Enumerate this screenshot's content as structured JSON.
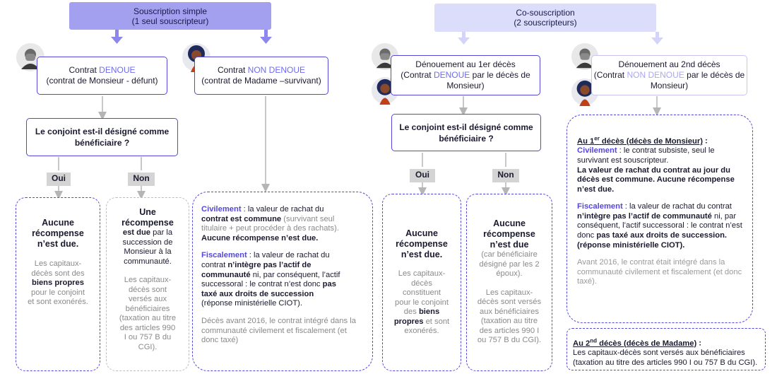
{
  "left": {
    "header": {
      "line1": "Souscription simple",
      "line2": "(1 seul souscripteur)"
    },
    "contract_denoue": {
      "pre": "Contrat ",
      "hl": "DENOUE",
      "sub": "(contrat de Monsieur - défunt)"
    },
    "contract_non_denoue": {
      "pre": "Contrat ",
      "hl": "NON DENOUE",
      "sub": "(contrat de Madame –survivant)"
    },
    "question": {
      "line1": "Le conjoint est-il désigné comme",
      "line2": "bénéficiaire ?"
    },
    "oui": "Oui",
    "non": "Non",
    "box_oui": {
      "l1": "Aucune",
      "l2": "récompense",
      "l3": "n’est due.",
      "g1": "Les capitaux-",
      "g2": "décès sont des",
      "g3b": "biens propres",
      "g4": "pour le conjoint",
      "g5": "et sont exonérés."
    },
    "box_non": {
      "l1": "Une",
      "l2": "récompense",
      "l3": "est due",
      "l3b": " par la",
      "l4": "succession de",
      "l5": "Monsieur à la",
      "l6": "communauté.",
      "g1": "Les capitaux-",
      "g2": "décès sont",
      "g3": "versés aux",
      "g4": "bénéficiaires",
      "g5": "(taxation au titre",
      "g6": "des articles 990",
      "g7": "I ou 757 B du",
      "g8": "CGI)."
    },
    "box_right": {
      "civ_label": "Civilement",
      "civ_t1": " : la valeur de rachat du",
      "civ_t2": "contrat est commune",
      "civ_g1": " (survivant seul",
      "civ_g2": "titulaire + peut procéder à des rachats).",
      "civ_t3": "Aucune récompense n’est due.",
      "fis_label": "Fiscalement",
      "fis_t1": " : la valeur de rachat du",
      "fis_t2": "contrat ",
      "fis_t2b": "n’intègre pas l’actif de",
      "fis_t3b": "communauté",
      "fis_t3": " ni, par conséquent, l’actif",
      "fis_t4": "successoral : le contrat n’est donc ",
      "fis_t4b": "pas",
      "fis_t5b": "taxé aux droits de succession",
      "fis_t6": "(réponse ministérielle CIOT).",
      "g1": "Décès avant 2016, le contrat intégré dans la",
      "g2": "communauté civilement et fiscalement (et",
      "g3": "donc taxé)"
    }
  },
  "right": {
    "header": {
      "line1": "Co-souscription",
      "line2": "(2 souscripteurs)"
    },
    "first": {
      "l1": "Dénouement au 1er décès",
      "l2a": "(Contrat ",
      "hl": "DENOUE",
      "l2b": " par le décès de",
      "l3": "Monsieur)"
    },
    "second": {
      "l1": "Dénouement au 2nd décès",
      "l2a": "(Contrat ",
      "hl": "NON DENOUE",
      "l2b": " par le décès de",
      "l3": "Monsieur)"
    },
    "question": {
      "line1": "Le conjoint est-il désigné comme",
      "line2": "bénéficiaire ?"
    },
    "oui": "Oui",
    "non": "Non",
    "box_oui": {
      "l1": "Aucune",
      "l2": "récompense",
      "l3": "n’est due.",
      "g1": "Les capitaux-",
      "g2": "décès",
      "g3": "constituent",
      "g4": "pour le conjoint",
      "g5": "des ",
      "g5b": "biens",
      "g6b": "propres",
      "g6": " et sont",
      "g7": "exonérés."
    },
    "box_non": {
      "l1": "Aucune",
      "l2": "récompense",
      "l3": "n’est due",
      "g1": "(car bénéficiaire",
      "g2": "désigné par les 2",
      "g3": "époux).",
      "g4": "Les capitaux-",
      "g5": "décès sont versés",
      "g6": "aux bénéficiaires",
      "g7": "(taxation au titre",
      "g8": "des articles 990 I",
      "g9": "ou 757 B du CGI)."
    },
    "box_first": {
      "title_a": "Au 1",
      "title_sup": "er",
      "title_b": " décès (décès de Monsieur)",
      "title_c": " :",
      "civ_label": "Civilement",
      "civ_t1": " : le contrat subsiste, seul le",
      "civ_t2": "survivant est souscripteur.",
      "civ_b1": "La valeur de rachat du contrat au jour du",
      "civ_b2": "décès est commune. Aucune récompense",
      "civ_b3": "n’est due.",
      "fis_label": "Fiscalement",
      "fis_t1": " : la valeur de rachat du contrat",
      "fis_b2": "n’intègre pas l’actif de communauté",
      "fis_t2": " ni, par",
      "fis_t3": "conséquent, l’actif successoral : le contrat n’est",
      "fis_t4": "donc ",
      "fis_b4": "pas taxé aux droits de succession.",
      "fis_b5": "(réponse ministérielle CIOT).",
      "g1": "Avant 2016, le contrat était intégré dans la",
      "g2": "communauté civilement et fiscalement (et donc",
      "g3": "taxé)."
    },
    "box_second": {
      "title_a": "Au 2",
      "title_sup": "nd",
      "title_b": " décès (décès de Madame)",
      "title_c": " :",
      "t1": "Les capitaux-décès sont versés aux bénéficiaires",
      "t2": "(taxation au titre des articles 990 I ou 757 B du CGI)."
    }
  },
  "colors": {
    "accent": "#5448d8",
    "highlight": "#6f6cf2",
    "header_dark": "#a3a0f0",
    "header_light": "#dcdcfb",
    "arrow_dark": "#8d86ec",
    "arrow_light": "#d4d3fa",
    "grey_line": "#b5b5b5"
  },
  "icons": [
    "man-avatar-icon",
    "woman-avatar-icon",
    "arrow-down-icon"
  ]
}
